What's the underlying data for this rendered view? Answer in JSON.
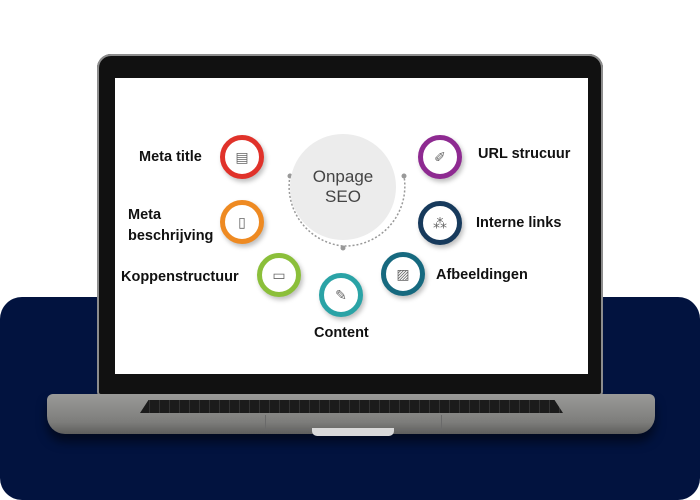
{
  "diagram": {
    "center": {
      "line1": "Onpage",
      "line2": "SEO"
    },
    "nodes": [
      {
        "label": "Meta title",
        "icon": "webpage-title-icon",
        "color": "#e0322a"
      },
      {
        "label_line1": "Meta",
        "label_line2": "beschrijving",
        "icon": "document-icon",
        "color": "#ee8a22"
      },
      {
        "label": "Koppenstructuur",
        "icon": "browser-window-icon",
        "color": "#8bbf3a"
      },
      {
        "label": "Content",
        "icon": "edit-content-icon",
        "color": "#2aa3a6"
      },
      {
        "label": "Afbeeldingen",
        "icon": "images-icon",
        "color": "#16697f"
      },
      {
        "label": "Interne links",
        "icon": "network-links-icon",
        "color": "#173a5c"
      },
      {
        "label": "URL strucuur",
        "icon": "laptop-pen-icon",
        "color": "#8e2a91"
      }
    ]
  },
  "colors": {
    "background_band": "#02133f",
    "screen": "#ffffff"
  }
}
